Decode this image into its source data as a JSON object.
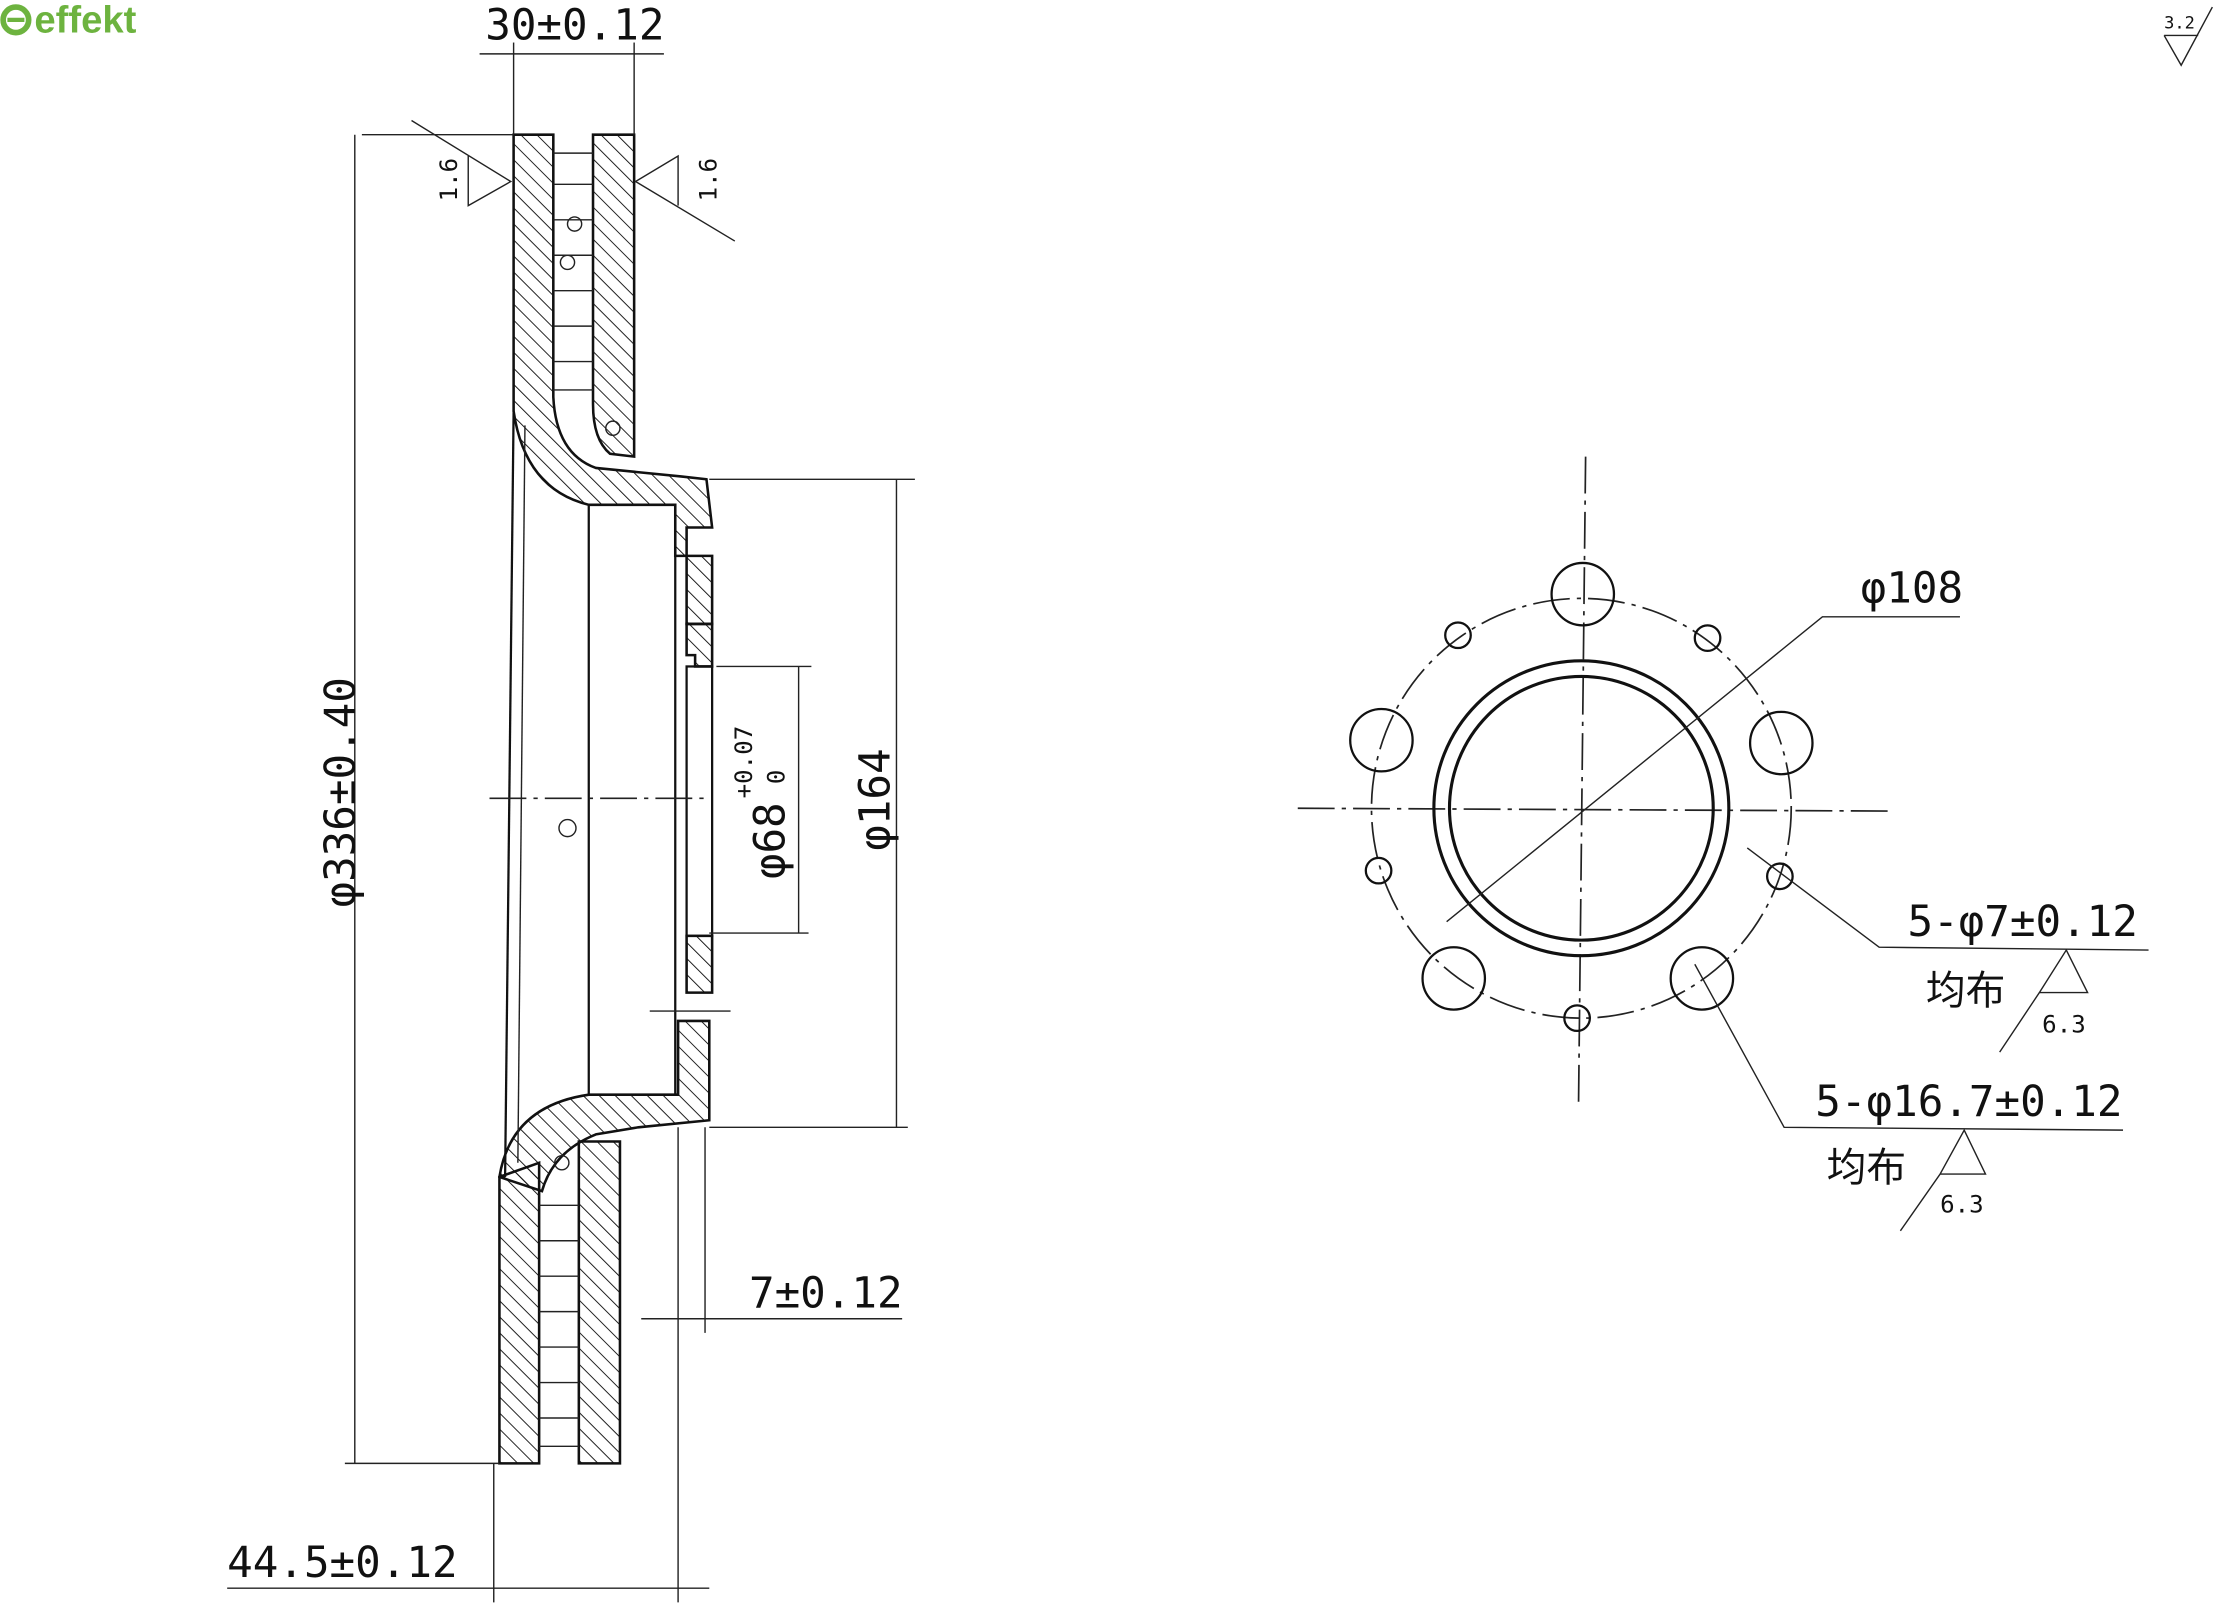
{
  "logo": {
    "text": "effekt",
    "color": "#6db33f"
  },
  "section_view": {
    "width_dim": "30±0.12",
    "outer_diameter_dim": "φ336±0.40",
    "hub_diameter_dim": "φ164",
    "bore_dim": "φ68",
    "bore_tol_upper": "+0.07",
    "bore_tol_lower": "0",
    "hat_thickness_dim": "7±0.12",
    "overall_height_dim": "44.5±0.12",
    "roughness_left": "1.6",
    "roughness_right": "1.6"
  },
  "general_roughness": "3.2",
  "front_view": {
    "pcd_dim": "φ108",
    "small_holes": {
      "label": "5-φ7±0.12",
      "note": "均布",
      "roughness": "6.3"
    },
    "large_holes": {
      "label": "5-φ16.7±0.12",
      "note": "均布",
      "roughness": "6.3"
    }
  }
}
